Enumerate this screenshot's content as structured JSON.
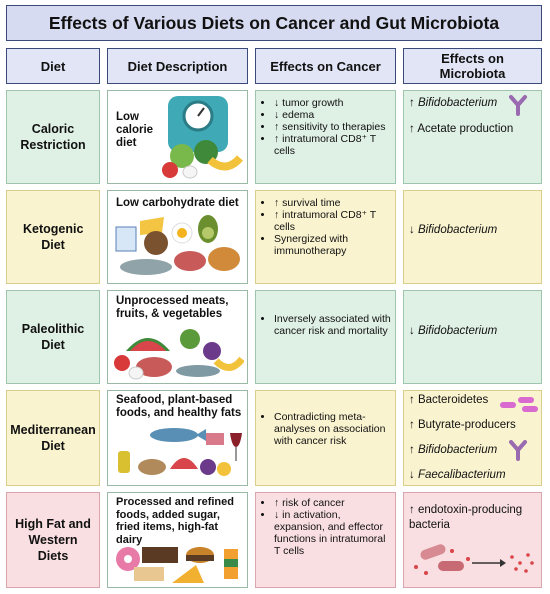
{
  "title": "Effects of Various Diets on Cancer and Gut Microbiota",
  "headers": {
    "diet": "Diet",
    "description": "Diet Description",
    "cancer": "Effects on Cancer",
    "microbiota": "Effects on Microbiota"
  },
  "rows": [
    {
      "diet": "Caloric Restriction",
      "description": "Low calorie diet",
      "cancer": [
        "↓ tumor growth",
        "↓ edema",
        "↑ sensitivity to therapies",
        "↑ intratumoral CD8⁺ T cells"
      ],
      "microbiota": [
        {
          "arrow": "↑",
          "text": "Bifidobacterium"
        },
        {
          "arrow": "↑",
          "text": "Acetate production"
        }
      ]
    },
    {
      "diet": "Ketogenic Diet",
      "description": "Low carbohydrate diet",
      "cancer": [
        "↑ survival time",
        "↑ intratumoral CD8⁺ T cells",
        "Synergized with immunotherapy"
      ],
      "microbiota": [
        {
          "arrow": "↓",
          "text": "Bifidobacterium"
        }
      ]
    },
    {
      "diet": "Paleolithic Diet",
      "description": "Unprocessed meats, fruits, & vegetables",
      "cancer": [
        "Inversely associated with cancer risk and mortality"
      ],
      "microbiota": [
        {
          "arrow": "↓",
          "text": "Bifidobacterium"
        }
      ]
    },
    {
      "diet": "Mediterranean Diet",
      "description": "Seafood, plant-based foods, and healthy fats",
      "cancer": [
        "Contradicting meta-analyses on association with cancer risk"
      ],
      "microbiota": [
        {
          "arrow": "↑",
          "text": "Bacteroidetes"
        },
        {
          "arrow": "↑",
          "text": "Butyrate-producers"
        },
        {
          "arrow": "↑",
          "text": "Bifidobacterium"
        },
        {
          "arrow": "↓",
          "text": "Faecalibacterium"
        }
      ]
    },
    {
      "diet": "High Fat and Western Diets",
      "description": "Processed and refined foods, added sugar, fried items, high-fat dairy",
      "cancer": [
        "↑ risk of cancer",
        "↓ in activation, expansion, and effector functions in intratumoral T cells"
      ],
      "microbiota": [
        {
          "arrow": "↑",
          "text": "endotoxin-producing bacteria"
        }
      ]
    }
  ],
  "colors": {
    "title_bg": "#d7dbf1",
    "green": "#dff0e5",
    "yellow": "#f9f3cf",
    "pink": "#f9dfe2"
  }
}
